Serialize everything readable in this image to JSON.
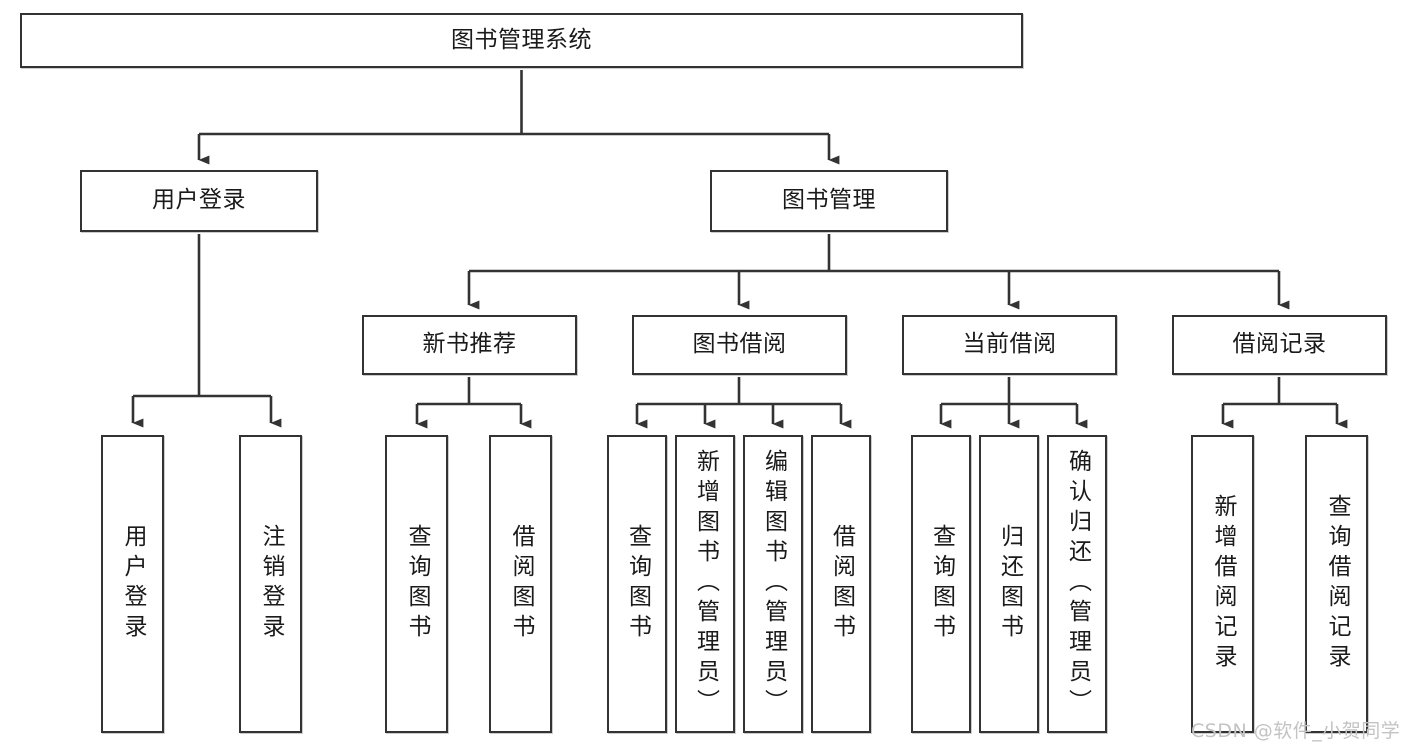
{
  "diagram": {
    "title": "图书管理系统",
    "type": "tree-hierarchy-chart",
    "orientation": "top-down",
    "style": {
      "box_border_color": "#333333",
      "box_fill_color": "#ffffff",
      "connector_color": "#333333",
      "text_color": "#1a1a1a",
      "background": "#ffffff",
      "watermark_color": "#c3c3c3"
    },
    "root": {
      "label": "图书管理系统"
    },
    "level2": [
      {
        "label": "用户登录"
      },
      {
        "label": "图书管理"
      }
    ],
    "level3": [
      {
        "label": "新书推荐"
      },
      {
        "label": "图书借阅"
      },
      {
        "label": "当前借阅"
      },
      {
        "label": "借阅记录"
      }
    ],
    "leaves": {
      "user_login": [
        {
          "label": "用户登录"
        },
        {
          "label": "注销登录"
        }
      ],
      "new_book_recommend": [
        {
          "label": "查询图书"
        },
        {
          "label": "借阅图书"
        }
      ],
      "book_borrow": [
        {
          "label": "查询图书"
        },
        {
          "label": "新增图书（管理员）"
        },
        {
          "label": "编辑图书（管理员）"
        },
        {
          "label": "借阅图书"
        }
      ],
      "current_borrow": [
        {
          "label": "查询图书"
        },
        {
          "label": "归还图书"
        },
        {
          "label": "确认归还（管理员）"
        }
      ],
      "borrow_record": [
        {
          "label": "新增借阅记录"
        },
        {
          "label": "查询借阅记录"
        }
      ]
    }
  },
  "watermark": {
    "text": "CSDN @软件_小贺同学"
  }
}
